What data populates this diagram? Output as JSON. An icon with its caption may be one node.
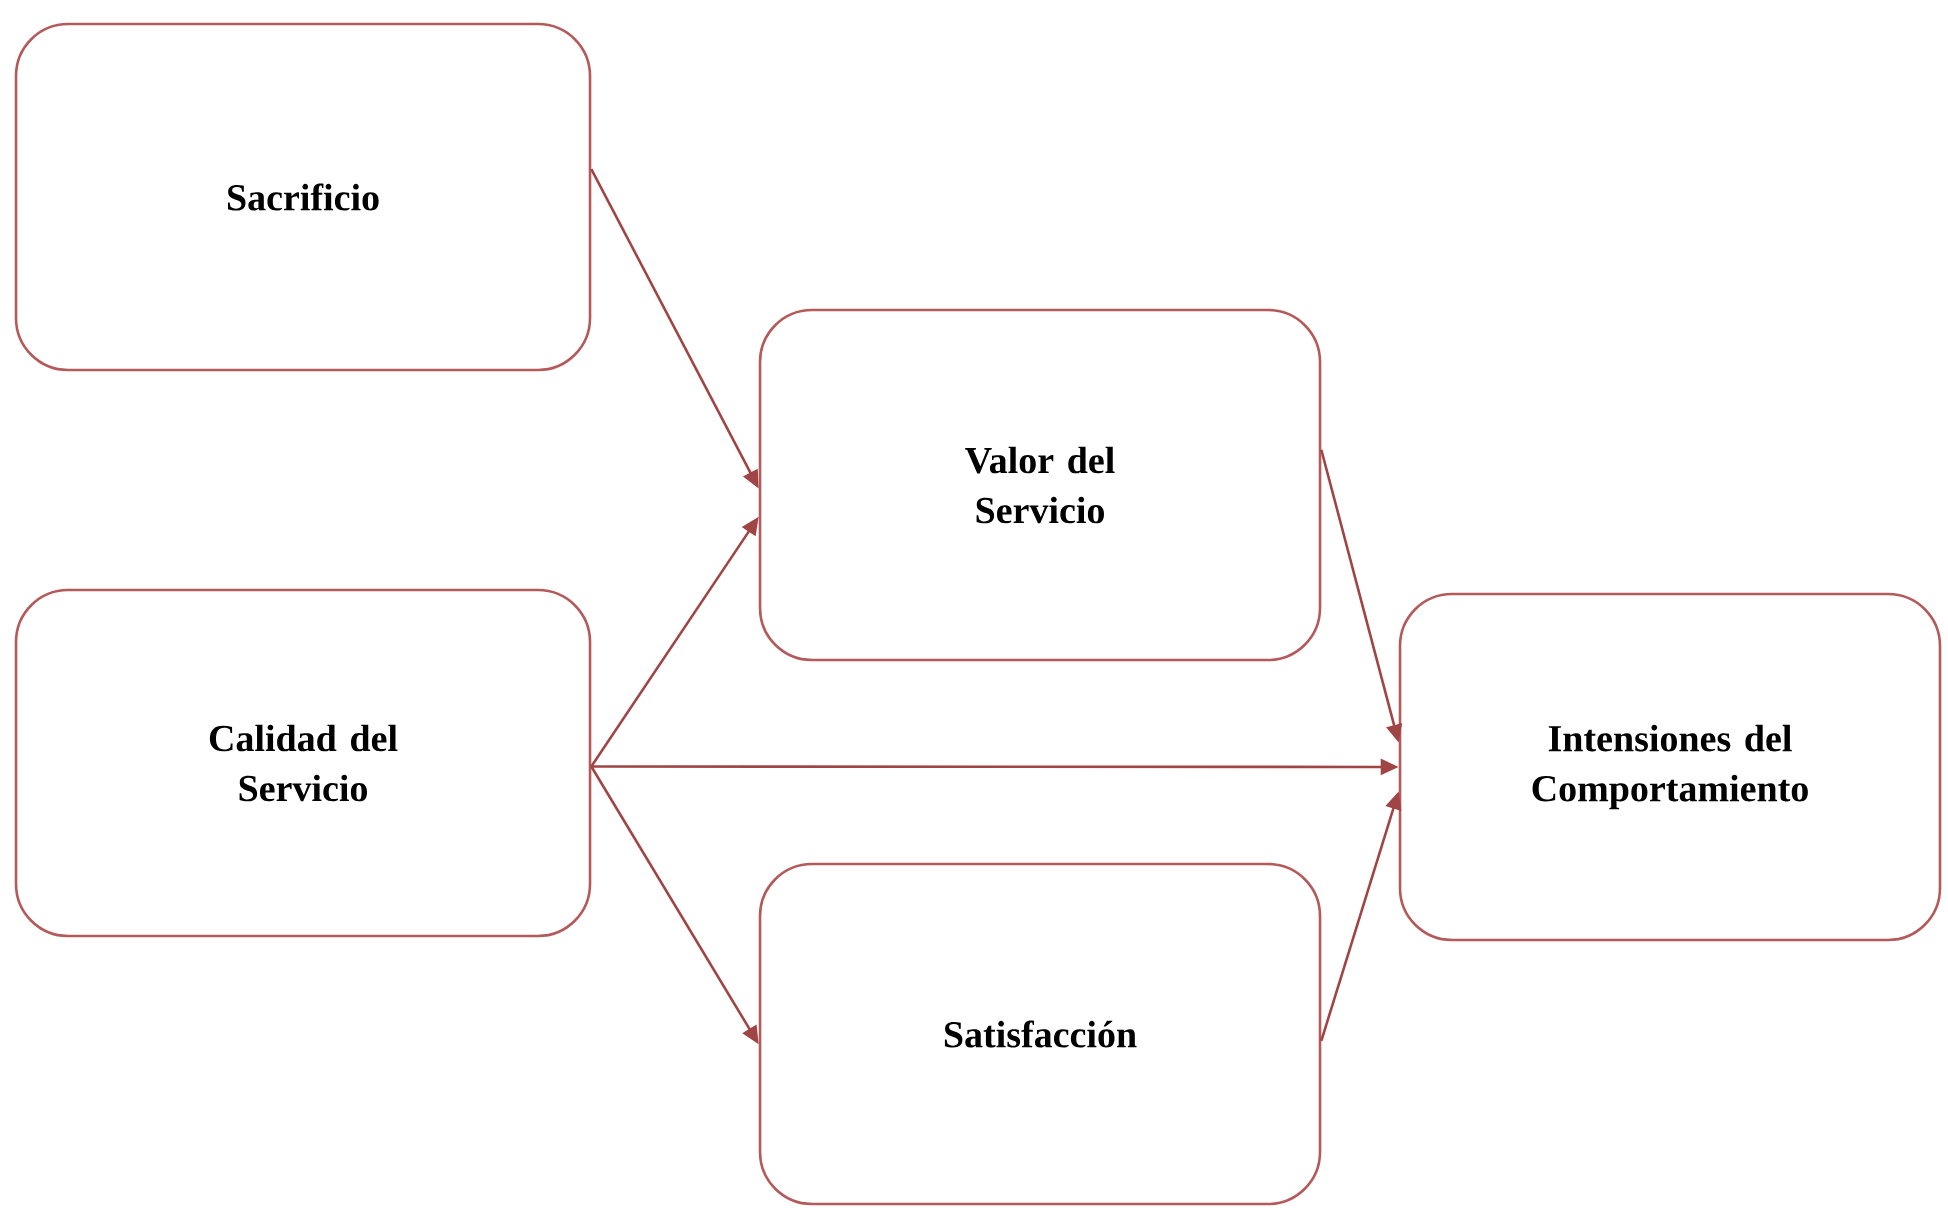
{
  "diagram": {
    "nodes": [
      {
        "text": [
          "Sacrificio"
        ]
      },
      {
        "text": [
          "Calidad del Servicio"
        ]
      },
      {
        "text": [
          "Valor del Servicio"
        ]
      },
      {
        "text": [
          "Satisfacción"
        ]
      },
      {
        "text": [
          "Intensiones del Comportamiento"
        ]
      }
    ],
    "edges": [
      {
        "from": 0,
        "to": 2,
        "arrow": "to"
      },
      {
        "from": 1,
        "to": 2,
        "arrow": "to"
      },
      {
        "from": 1,
        "to": 4,
        "arrow": "to"
      },
      {
        "from": 1,
        "to": 3,
        "arrow": "to"
      },
      {
        "from": 2,
        "to": 4,
        "arrow": "to"
      },
      {
        "from": 3,
        "to": 4,
        "arrow": "to"
      }
    ]
  }
}
